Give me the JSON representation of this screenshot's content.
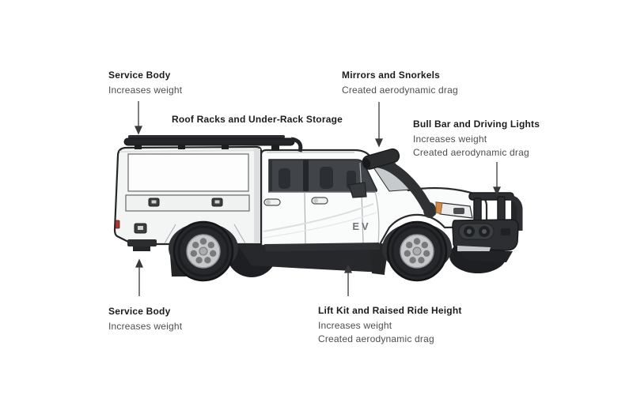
{
  "diagram": {
    "vehicle_badge": "EV",
    "labels": [
      {
        "id": "service-body-top",
        "title": "Service Body",
        "lines": [
          "Increases weight"
        ]
      },
      {
        "id": "roof-racks",
        "title": "Roof Racks and Under-Rack Storage",
        "lines": []
      },
      {
        "id": "mirrors-snorkels",
        "title": "Mirrors and Snorkels",
        "lines": [
          "Created aerodynamic drag"
        ]
      },
      {
        "id": "bull-bar",
        "title": "Bull Bar and Driving Lights",
        "lines": [
          "Increases weight",
          "Created aerodynamic drag"
        ]
      },
      {
        "id": "service-body-bottom",
        "title": "Service Body",
        "lines": [
          "Increases weight"
        ]
      },
      {
        "id": "lift-kit",
        "title": "Lift Kit and Raised Ride Height",
        "lines": [
          "Increases weight",
          "Created aerodynamic drag"
        ]
      }
    ],
    "colors": {
      "background": "#ffffff",
      "title_text": "#1c1c1c",
      "body_text": "#4e4e4e",
      "outline": "#2b2b2b",
      "vehicle_body": "#fafbfb",
      "accessory_dark": "#2c2e31",
      "window_tint": "#41454a",
      "badge_text": "#6f7478",
      "marker_red": "#ab3a31",
      "indicator_amber": "#d08a44"
    }
  }
}
